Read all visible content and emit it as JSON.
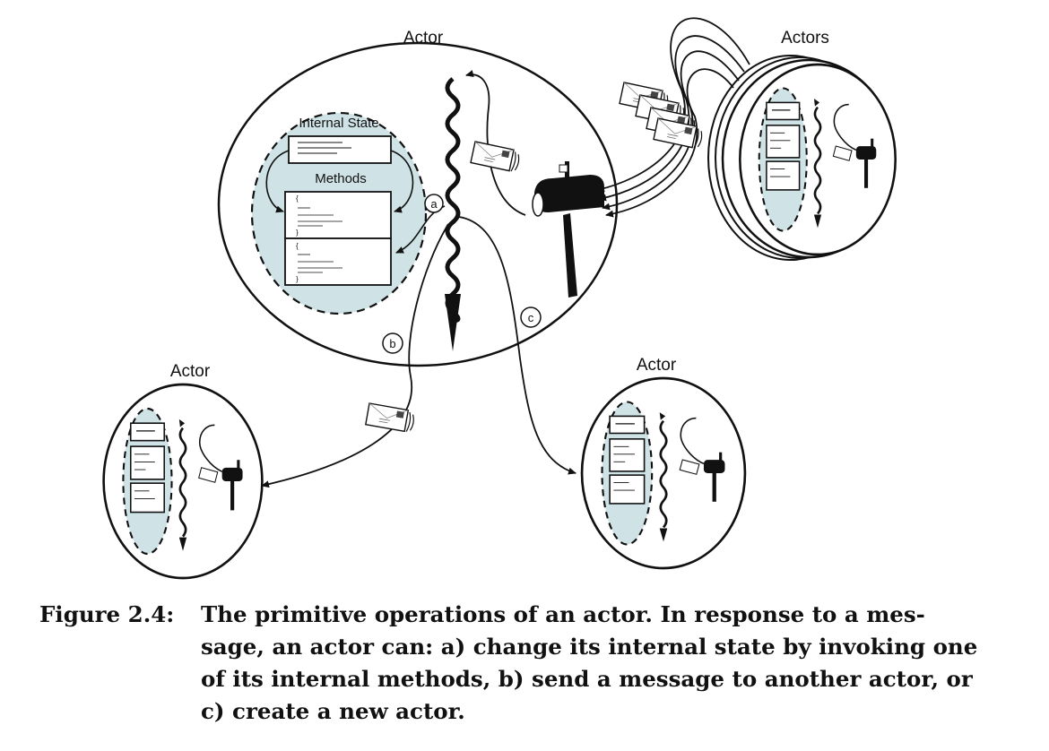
{
  "diagram": {
    "main_actor_label": "Actor",
    "actors_group_label": "Actors",
    "actor_left_label": "Actor",
    "actor_right_label": "Actor",
    "internal_state_label": "Internal State",
    "methods_label": "Methods",
    "marker_a": "a",
    "marker_b": "b",
    "marker_c": "c",
    "code_open": "{",
    "code_close": "}"
  },
  "caption": {
    "label": "Figure 2.4:",
    "line1": "The primitive operations of an actor.  In response to a mes-",
    "line2": "sage, an actor can: a) change its internal state by invoking one",
    "line3": "of its internal methods, b) send a message to another actor, or",
    "line4": "c) create a new actor."
  },
  "colors": {
    "state_fill": "#cfe3e6",
    "ink": "#111111"
  }
}
